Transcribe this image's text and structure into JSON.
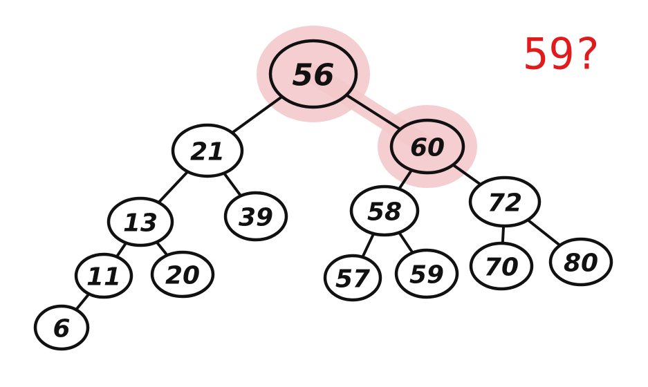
{
  "query": {
    "label": "59?",
    "color": "#e11b1b"
  },
  "highlight_color": "#f3c9cb",
  "search_path": [
    "56",
    "60"
  ],
  "nodes": [
    {
      "id": "n56",
      "label": "56"
    },
    {
      "id": "n21",
      "label": "21"
    },
    {
      "id": "n60",
      "label": "60"
    },
    {
      "id": "n13",
      "label": "13"
    },
    {
      "id": "n39",
      "label": "39"
    },
    {
      "id": "n58",
      "label": "58"
    },
    {
      "id": "n72",
      "label": "72"
    },
    {
      "id": "n11",
      "label": "11"
    },
    {
      "id": "n20",
      "label": "20"
    },
    {
      "id": "n57",
      "label": "57"
    },
    {
      "id": "n59",
      "label": "59"
    },
    {
      "id": "n70",
      "label": "70"
    },
    {
      "id": "n80",
      "label": "80"
    },
    {
      "id": "n6",
      "label": "6"
    }
  ],
  "edges": [
    [
      "n56",
      "n21"
    ],
    [
      "n56",
      "n60"
    ],
    [
      "n21",
      "n13"
    ],
    [
      "n21",
      "n39"
    ],
    [
      "n60",
      "n58"
    ],
    [
      "n60",
      "n72"
    ],
    [
      "n13",
      "n11"
    ],
    [
      "n13",
      "n20"
    ],
    [
      "n58",
      "n57"
    ],
    [
      "n58",
      "n59"
    ],
    [
      "n72",
      "n70"
    ],
    [
      "n72",
      "n80"
    ],
    [
      "n11",
      "n6"
    ]
  ]
}
